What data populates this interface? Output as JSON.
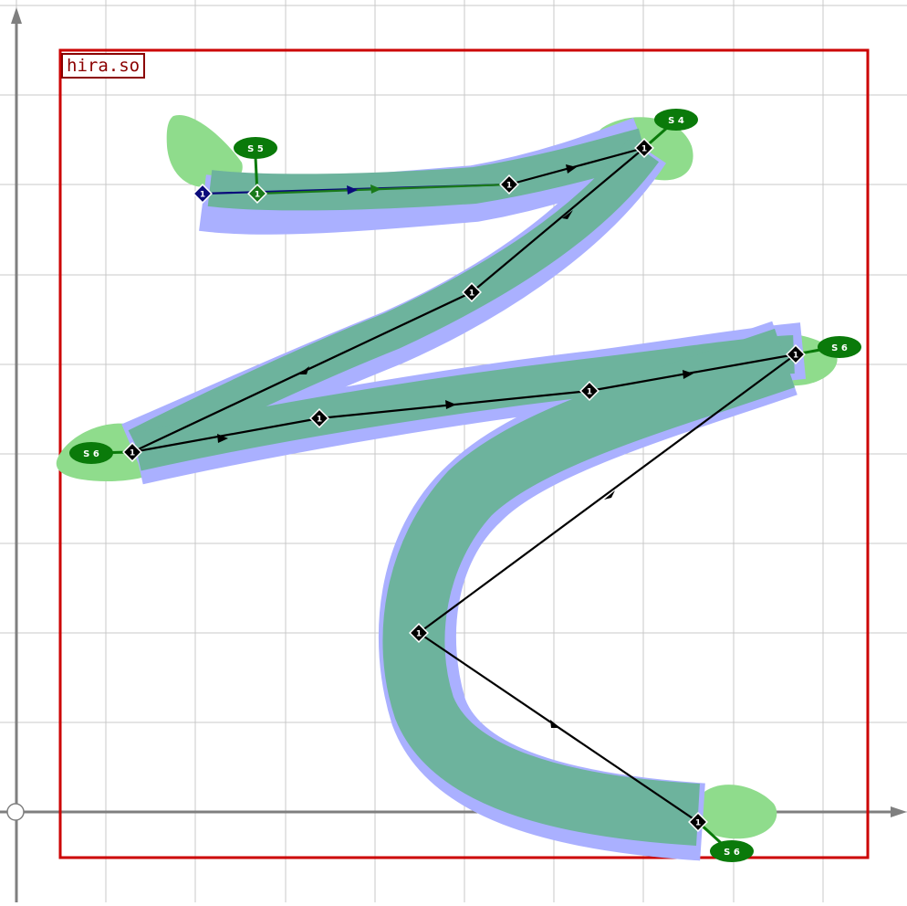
{
  "watermark": "hira.so",
  "colors": {
    "grid": "#c8c8c8",
    "axis": "#7f7f7f",
    "frame": "#cc0000",
    "stroke_outline": "#aab0ff",
    "stroke_fill": "#6db39d",
    "leaf": "#8fdc8c",
    "node": "#000000",
    "start_node": "#0a0a7a",
    "stroke_start": "#1a7a1a",
    "tag": "#0a7a0a"
  },
  "stroke_tags": [
    "S 5",
    "S 4",
    "S 6",
    "S 6",
    "S 6"
  ],
  "node_labels": [
    "1",
    "1",
    "1",
    "1",
    "1",
    "1",
    "1",
    "1",
    "1",
    "1",
    "1",
    "1"
  ]
}
